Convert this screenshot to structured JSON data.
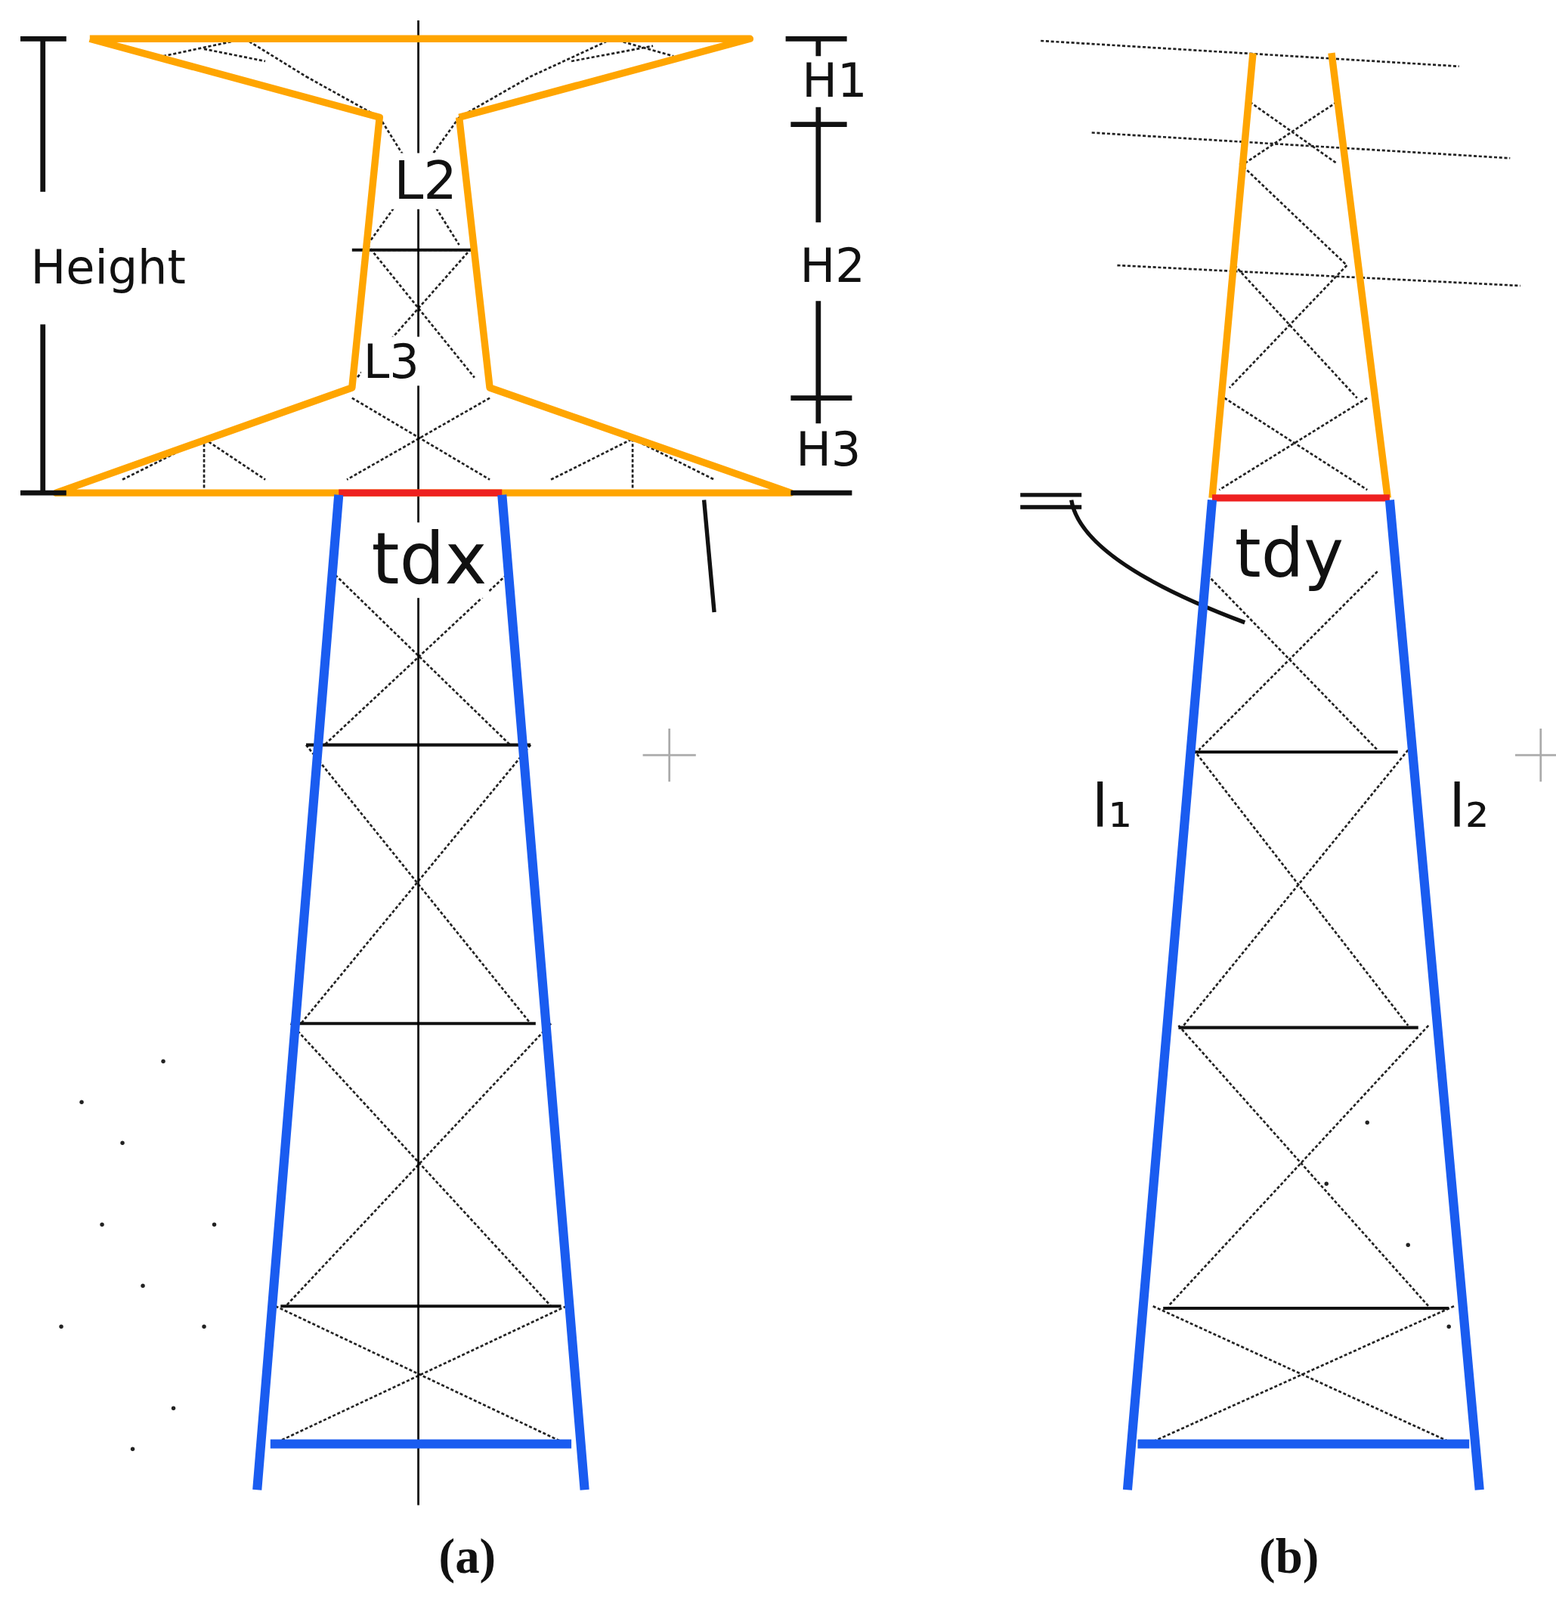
{
  "diagram": {
    "labels": [
      "Height",
      "H1",
      "H2",
      "H3",
      "L2",
      "L3",
      "tdx",
      "tdy",
      "l₁",
      "l₂",
      "(a)",
      "(b)"
    ]
  }
}
